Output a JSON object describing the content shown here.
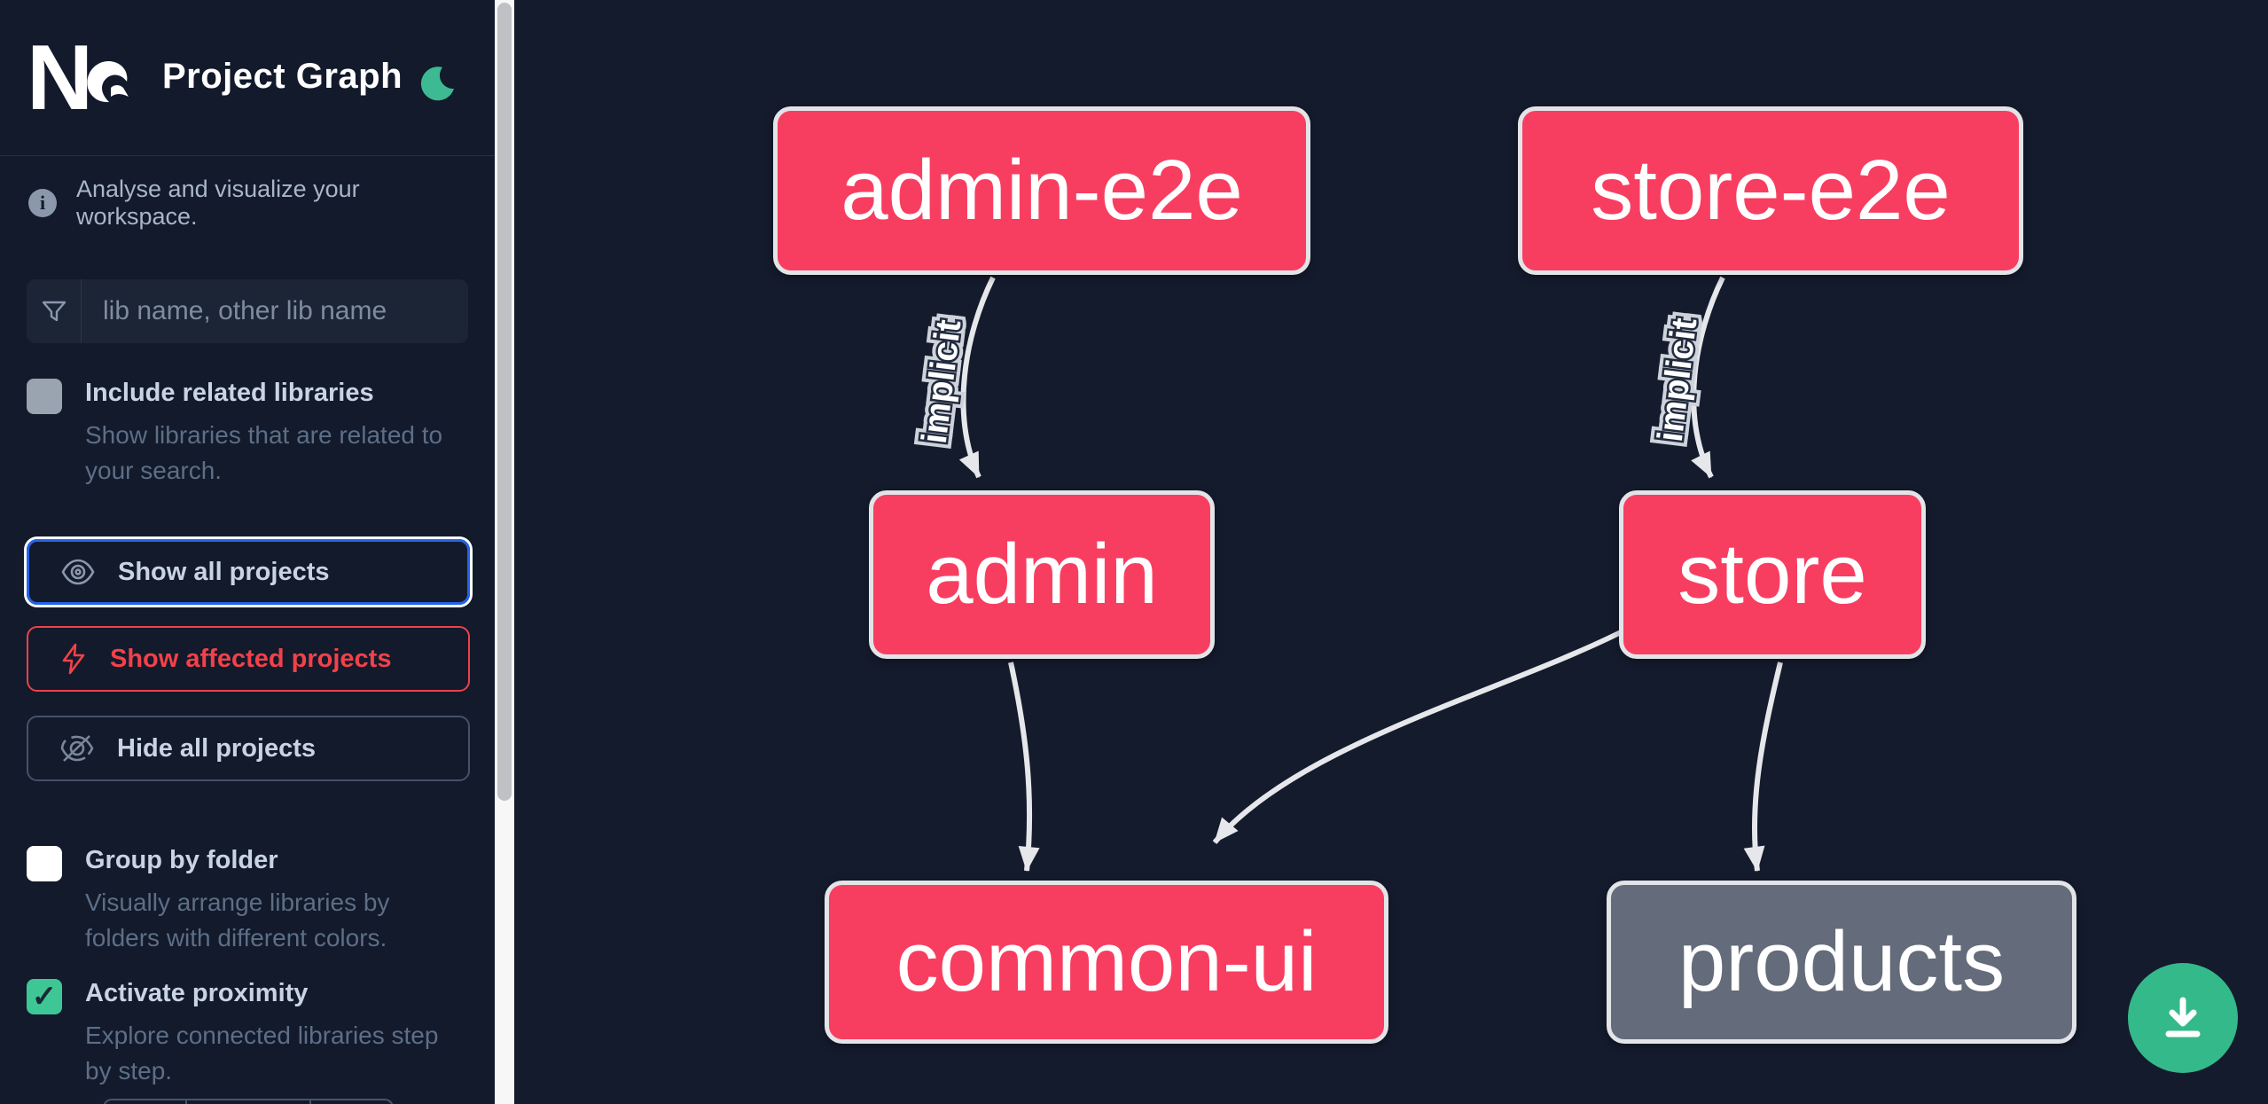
{
  "header": {
    "logo": "nx-logo",
    "title": "Project Graph",
    "theme_toggle_icon": "moon-icon"
  },
  "sidebar": {
    "tagline": "Analyse and visualize your workspace.",
    "search": {
      "icon": "funnel-icon",
      "placeholder": "lib name, other lib name",
      "value": ""
    },
    "options": [
      {
        "label": "Include related libraries",
        "description": "Show libraries that are related to your search.",
        "checked": false
      },
      {
        "label": "Group by folder",
        "description": "Visually arrange libraries by folders with different colors.",
        "checked": false
      },
      {
        "label": "Activate proximity",
        "description": "Explore connected libraries step by step.",
        "checked": true
      }
    ],
    "actions": [
      {
        "label": "Show all projects",
        "icon": "eye-icon",
        "state": "focused"
      },
      {
        "label": "Show affected projects",
        "icon": "bolt-icon",
        "state": "affected"
      },
      {
        "label": "Hide all projects",
        "icon": "eye-off-icon",
        "state": "default"
      }
    ]
  },
  "graph": {
    "nodes": [
      {
        "id": "admin-e2e",
        "label": "admin-e2e",
        "color": "pink"
      },
      {
        "id": "store-e2e",
        "label": "store-e2e",
        "color": "pink"
      },
      {
        "id": "admin",
        "label": "admin",
        "color": "pink"
      },
      {
        "id": "store",
        "label": "store",
        "color": "pink"
      },
      {
        "id": "common-ui",
        "label": "common-ui",
        "color": "pink"
      },
      {
        "id": "products",
        "label": "products",
        "color": "gray"
      }
    ],
    "edges": [
      {
        "source": "admin-e2e",
        "target": "admin",
        "label": "implicit"
      },
      {
        "source": "store-e2e",
        "target": "store",
        "label": "implicit"
      },
      {
        "source": "admin",
        "target": "common-ui",
        "label": ""
      },
      {
        "source": "store",
        "target": "common-ui",
        "label": ""
      },
      {
        "source": "store",
        "target": "products",
        "label": ""
      }
    ]
  },
  "fab": {
    "icon": "download-icon"
  },
  "theme": {
    "colors": {
      "sidebar_bg": "#121a2b",
      "canvas_bg": "#141b2d",
      "node_pink": "#f83e60",
      "node_gray": "#646b7a",
      "node_border": "#e3e4e8",
      "edge": "#e6e7ea",
      "accent_green": "#3dba92",
      "focus_blue": "#2563eb",
      "alert_red": "#ef4149"
    }
  }
}
